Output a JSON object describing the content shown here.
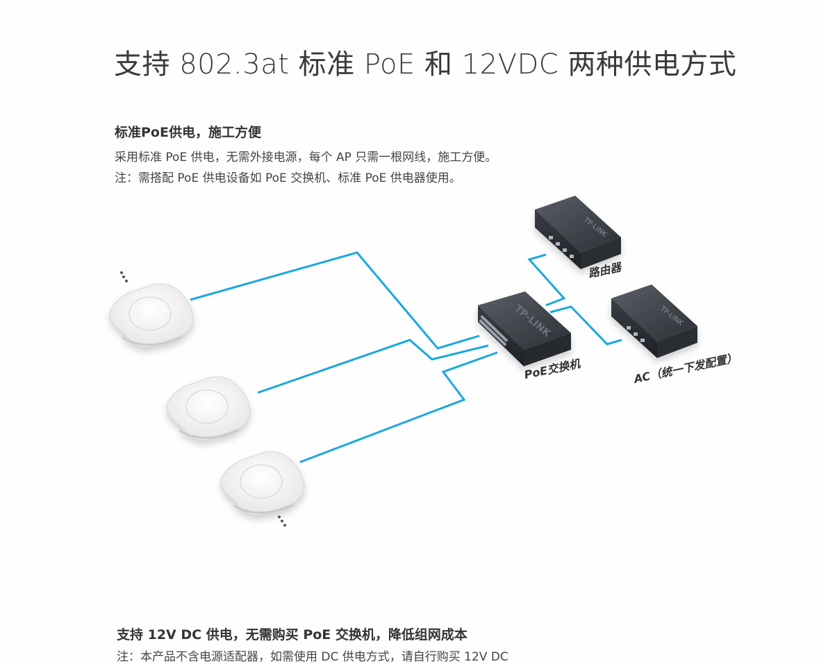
{
  "page": {
    "title": "支持 802.3at 标准 PoE 和 12VDC 两种供电方式"
  },
  "section1": {
    "heading": "标准PoE供电，施工方便",
    "line1": "采用标准 PoE 供电，无需外接电源，每个 AP 只需一根网线，施工方便。",
    "line2": "注：需搭配 PoE 供电设备如 PoE 交换机、标准 PoE 供电器使用。"
  },
  "diagram": {
    "router_label": "路由器",
    "switch_label": "PoE交换机",
    "ac_label": "AC（统一下发配置）",
    "brand_text": "TP-LINK",
    "line_color": "#1aa7e0"
  },
  "section2": {
    "heading": "支持 12V DC 供电，无需购买 PoE 交换机，降低组网成本",
    "line1": "注：本产品不含电源适配器，如需使用 DC 供电方式，请自行购买 12V DC"
  }
}
